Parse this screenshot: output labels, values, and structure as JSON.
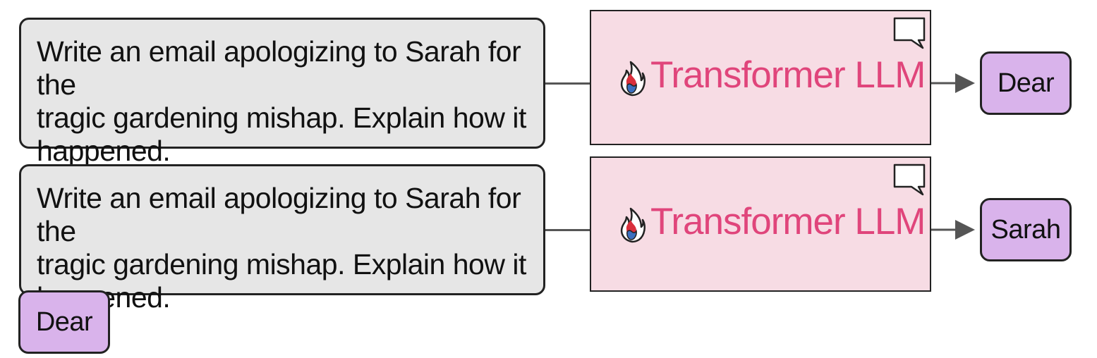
{
  "steps": [
    {
      "prompt": "Write an email apologizing to Sarah for the\ntragic gardening mishap. Explain how it\nhappened.",
      "model_label": "Transformer LLM",
      "output_token": "Dear"
    },
    {
      "prompt": "Write an email apologizing to Sarah for the\ntragic gardening mishap. Explain how it\nhappened.",
      "model_label": "Transformer LLM",
      "output_token": "Sarah",
      "appended_input_token": "Dear"
    }
  ],
  "icons": {
    "model": "flame-icon",
    "chat": "chat-bubble-icon",
    "flow": "arrow-right-icon"
  },
  "colors": {
    "prompt_fill": "#e6e6e6",
    "model_fill": "#f7dce4",
    "model_text": "#e0457b",
    "token_fill": "#d9b3eb",
    "outline": "#222222"
  }
}
